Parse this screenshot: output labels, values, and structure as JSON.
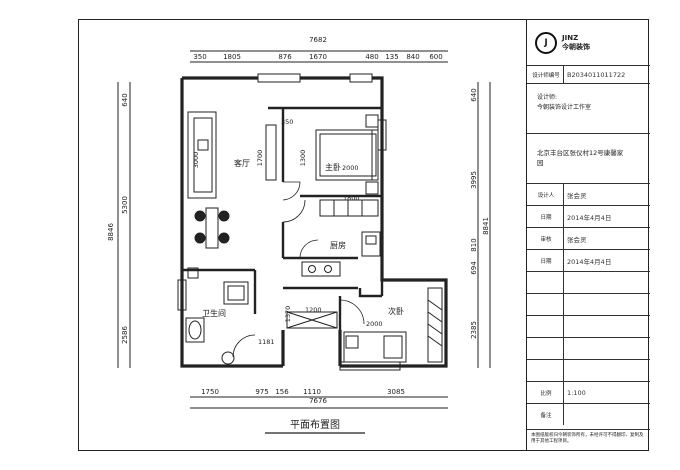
{
  "title": "平面布置图",
  "rooms": {
    "living": "客厅",
    "master": "主卧",
    "kitchen": "厨房",
    "bath": "卫生间",
    "second": "次卧"
  },
  "dims": {
    "top_total": "7682",
    "top_parts": [
      "350",
      "1805",
      "876",
      "1670",
      "480",
      "135",
      "840",
      "600"
    ],
    "bottom_total": "7676",
    "bottom_parts": [
      "1750",
      "975",
      "156",
      "1110",
      "3085"
    ],
    "left_total": "8846",
    "left_parts": [
      "640",
      "5300",
      "2586"
    ],
    "right_total": "8841",
    "right_parts": [
      "640",
      "3995",
      "810",
      "694",
      "2385"
    ],
    "inner": [
      "350",
      "1700",
      "2000",
      "3000",
      "1300",
      "1800",
      "1200",
      "1370",
      "1181",
      "2000"
    ]
  },
  "title_block": {
    "logo_mark": "J",
    "logo_name": "JINZ",
    "logo_sub": "今朝装饰",
    "reg_label": "设计师编号",
    "reg_value": "B2034011011722",
    "designer_office": "设计师:",
    "office_name": "今朝装饰设计工作室",
    "project": "北京丰台区张仪村12号康馨家园",
    "rows": [
      {
        "label": "设计人",
        "value": "张会灵"
      },
      {
        "label": "日期",
        "value": "2014年4月4日"
      },
      {
        "label": "审核",
        "value": "张会灵"
      },
      {
        "label": "日期",
        "value": "2014年4月4日"
      },
      {
        "label": "",
        "value": ""
      },
      {
        "label": "",
        "value": ""
      },
      {
        "label": "",
        "value": ""
      },
      {
        "label": "",
        "value": ""
      },
      {
        "label": "",
        "value": ""
      },
      {
        "label": "比例",
        "value": "1:100"
      },
      {
        "label": "备注",
        "value": ""
      }
    ],
    "note": "本图纸版权归今朝装饰所有，未经许可不得翻印、复制及用于其他工程项目。"
  }
}
